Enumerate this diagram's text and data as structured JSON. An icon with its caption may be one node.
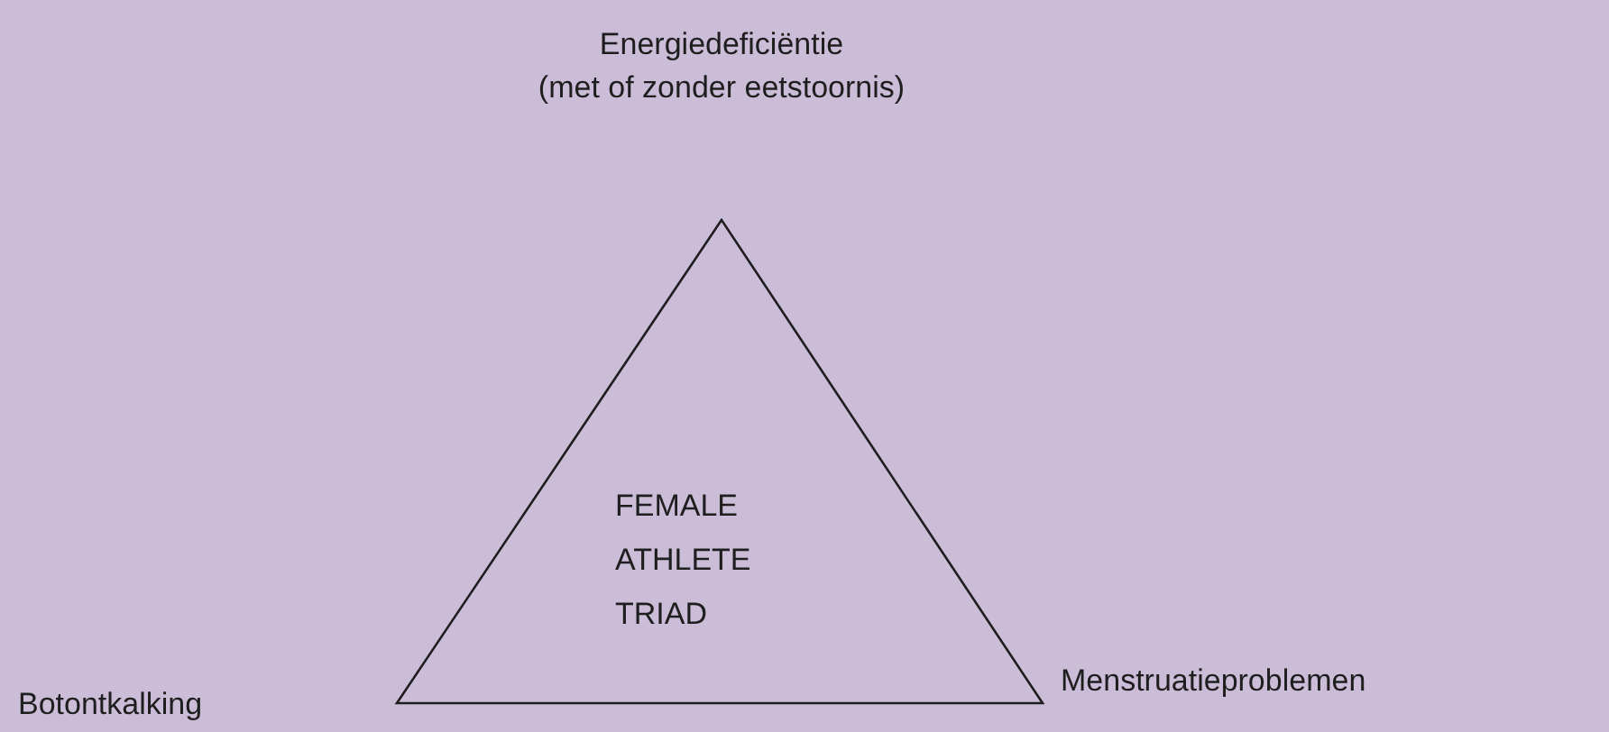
{
  "diagram": {
    "nodes": [
      {
        "text": [
          "FEMALE ATHLETE TRIAD"
        ]
      }
    ],
    "labels": [
      "Energiedeficiëntie",
      "(met of zonder eetstoornis)",
      "Botontkalking",
      "Menstruatieproblemen"
    ]
  }
}
